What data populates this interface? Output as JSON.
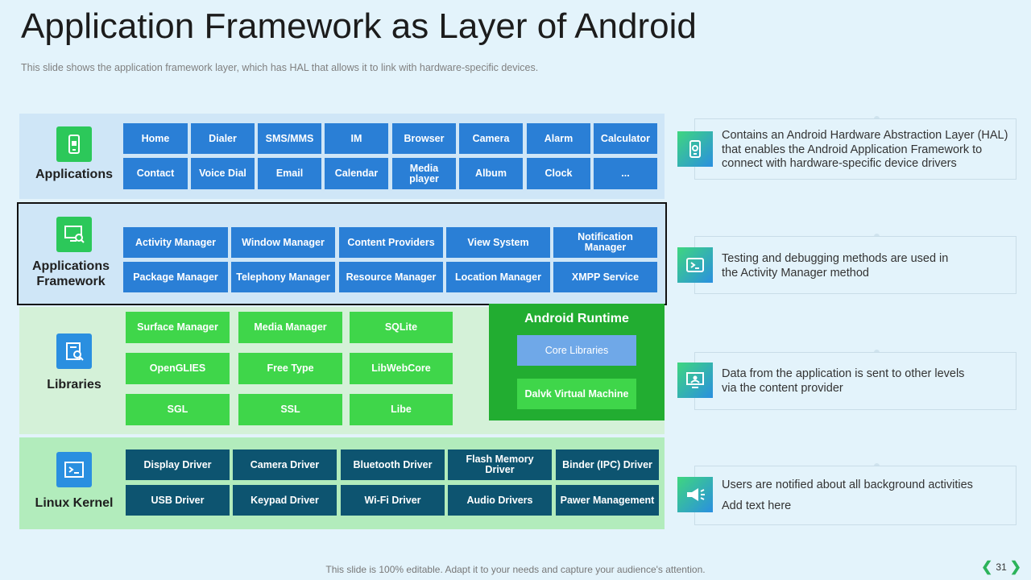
{
  "title": "Application Framework as Layer of Android",
  "subtitle": "This slide shows the application framework  layer, which has HAL that allows it to link with hardware-specific  devices.",
  "applications": {
    "label": "Applications",
    "boxes": [
      "Home",
      "Dialer",
      "SMS/MMS",
      "IM",
      "Browser",
      "Camera",
      "Alarm",
      "Calculator",
      "Contact",
      "Voice Dial",
      "Email",
      "Calendar",
      "Media player",
      "Album",
      "Clock",
      "..."
    ]
  },
  "framework": {
    "label": "Applications Framework",
    "boxes": [
      "Activity Manager",
      "Window Manager",
      "Content Providers",
      "View System",
      "Notification Manager",
      "Package Manager",
      "Telephony Manager",
      "Resource Manager",
      "Location Manager",
      "XMPP Service"
    ]
  },
  "libraries": {
    "label": "Libraries",
    "boxes": [
      "Surface Manager",
      "Media Manager",
      "SQLite",
      "OpenGLIES",
      "Free Type",
      "LibWebCore",
      "SGL",
      "SSL",
      "Libe"
    ]
  },
  "runtime": {
    "title": "Android Runtime",
    "boxes": [
      "Core Libraries",
      "Dalvk Virtual Machine"
    ]
  },
  "kernel": {
    "label": "Linux Kernel",
    "boxes": [
      "Display Driver",
      "Camera Driver",
      "Bluetooth Driver",
      "Flash Memory Driver",
      "Binder (IPC) Driver",
      "USB Driver",
      "Keypad Driver",
      "Wi-Fi Driver",
      "Audio Drivers",
      "Pawer Management"
    ]
  },
  "notes": [
    {
      "text": "Contains an Android Hardware Abstraction Layer (HAL) that enables the Android Application Framework to connect with hardware-specific device drivers",
      "icon": "settings-phone-icon"
    },
    {
      "text": "Testing and debugging methods are used in the Activity Manager method",
      "icon": "terminal-icon"
    },
    {
      "text": "Data from the application is sent to other levels via the content provider",
      "icon": "monitor-user-icon"
    },
    {
      "text": "Users are notified about all background activities",
      "subtext": "Add text here",
      "icon": "megaphone-icon"
    }
  ],
  "footer": "This slide is 100% editable. Adapt it to your needs and capture your audience's attention.",
  "page_number": "31",
  "colors": {
    "applications_bg": "#cfe6f7",
    "libraries_bg": "#d4f1d8",
    "kernel_bg": "#b2ecbc",
    "blue_box": "#2a7fd6",
    "green_box": "#3fd64a",
    "teal_box": "#0d5470",
    "runtime_bg": "#22ad31",
    "core_libraries": "#6fa8e8",
    "highlight_border": "#111111"
  }
}
